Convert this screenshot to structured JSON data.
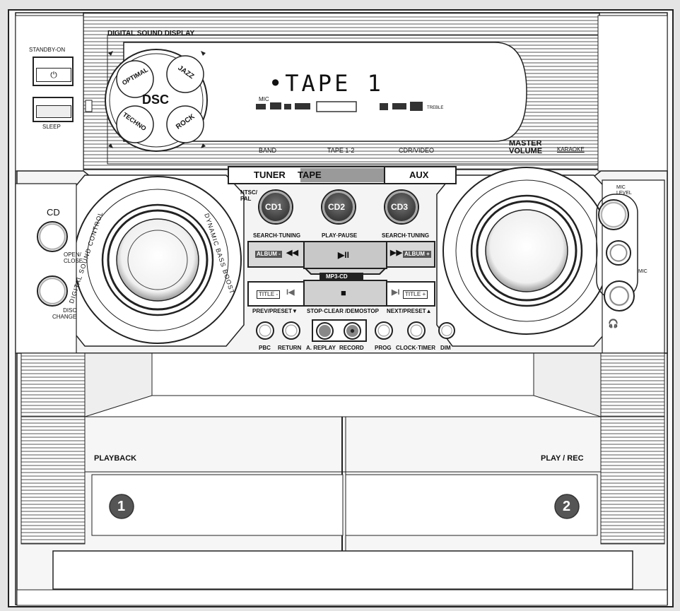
{
  "device": {
    "display_title": "DIGITAL SOUND DISPLAY",
    "display_text": "•TAPE 1",
    "display_small": [
      "MIC",
      "TREBLE"
    ],
    "dsc": {
      "label": "DSC",
      "modes": [
        "OPTIMAL",
        "JAZZ",
        "TECHNO",
        "ROCK"
      ]
    },
    "left_buttons": {
      "standby": "STANDBY-ON",
      "sleep": "SLEEP"
    },
    "source_labels": {
      "band": "BAND",
      "tape": "TAPE 1·2",
      "cdr": "CDR/VIDEO"
    },
    "source_buttons": {
      "tuner": "TUNER",
      "tape": "TAPE",
      "aux": "AUX"
    },
    "master_volume": "MASTER\nVOLUME",
    "karaoke": "KARAOKE",
    "ntsc": "NTSC/\nPAL",
    "cd_buttons": [
      "CD1",
      "CD2",
      "CD3"
    ],
    "transport_labels": {
      "search_l": "SEARCH·TUNING",
      "play_pause": "PLAY·PAUSE",
      "search_r": "SEARCH·TUNING",
      "mp3": "MP3-CD"
    },
    "transport": {
      "album_minus": "ALBUM -",
      "album_plus": "ALBUM +",
      "title_minus": "TITLE -",
      "title_plus": "TITLE +",
      "play": "▶II",
      "stop": "■",
      "rew": "◀◀",
      "ff": "▶▶",
      "prev": "I◀",
      "next": "▶I"
    },
    "bottom_labels": {
      "prev": "PREV/PRESET▼",
      "stop": "STOP·CLEAR /DEMOSTOP",
      "next": "NEXT/PRESET▲"
    },
    "small_buttons": [
      "PBC",
      "RETURN",
      "A. REPLAY",
      "RECORD",
      "PROG",
      "CLOCK·TIMER",
      "DIM"
    ],
    "cd_section": {
      "cd": "CD",
      "open": "OPEN/\nCLOSE",
      "disc": "DISC\nCHANGE"
    },
    "ring_left": "DIGITAL SOUND CONTROL",
    "ring_right": "DYNAMIC BASS BOOST",
    "right_panel": {
      "mic_level": "MIC\nLEVEL",
      "mic": "MIC"
    },
    "decks": [
      {
        "label": "PLAYBACK",
        "num": "1"
      },
      {
        "label": "PLAY / REC",
        "num": "2"
      }
    ]
  }
}
